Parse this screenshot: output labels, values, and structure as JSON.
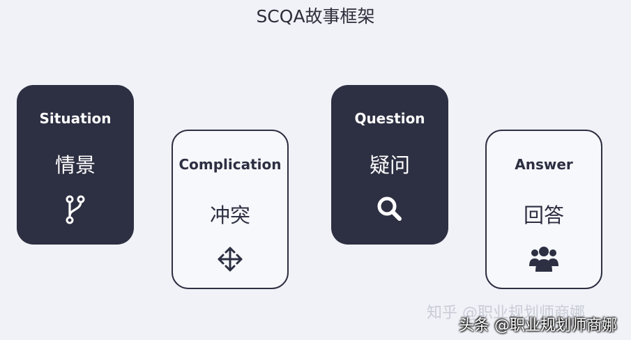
{
  "title": "SCQA故事框架",
  "cards": [
    {
      "en": "Situation",
      "zh": "情景",
      "icon": "branch-icon",
      "style": "dark"
    },
    {
      "en": "Complication",
      "zh": "冲突",
      "icon": "move-arrows-icon",
      "style": "light"
    },
    {
      "en": "Question",
      "zh": "疑问",
      "icon": "search-icon",
      "style": "dark"
    },
    {
      "en": "Answer",
      "zh": "回答",
      "icon": "users-icon",
      "style": "light"
    }
  ],
  "watermark": {
    "faint": "知乎 @职业规划师商娜",
    "main": "头条 @职业规划师商娜"
  },
  "colors": {
    "background": "#f1f2f7",
    "dark_card": "#2d2f42",
    "light_card": "#f7f8fb",
    "text": "#2b2d3a"
  }
}
